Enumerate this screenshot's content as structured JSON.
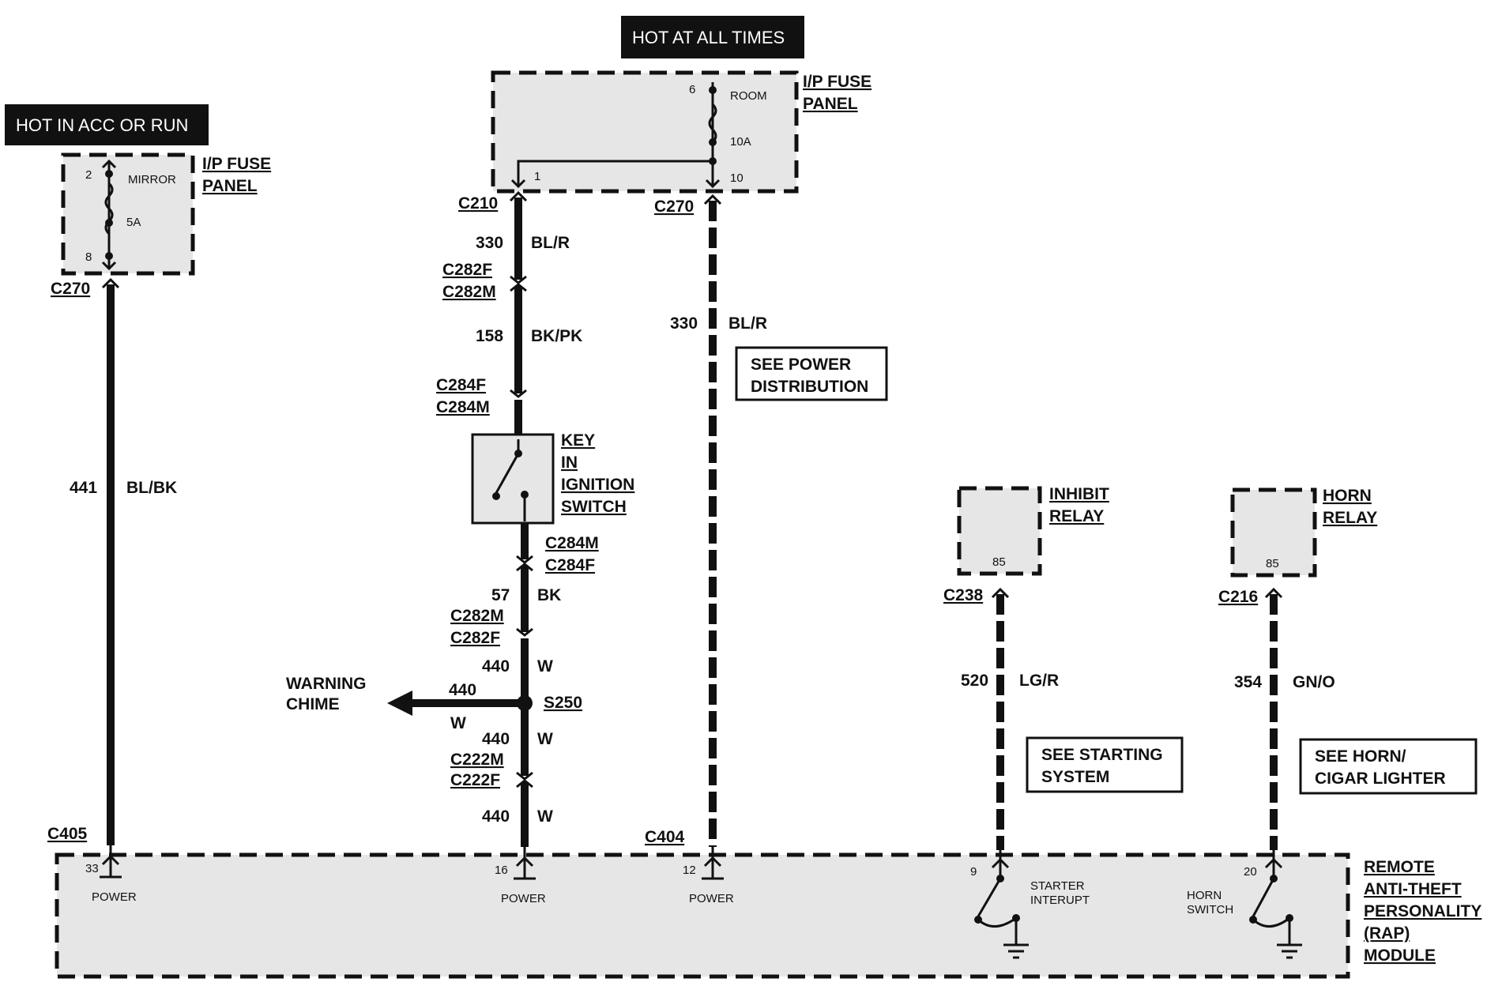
{
  "headers": {
    "acc_run": "HOT IN ACC OR RUN",
    "all_times": "HOT AT ALL TIMES"
  },
  "fuse_panel_left": {
    "title_line1": "I/P FUSE",
    "title_line2": "PANEL",
    "pin_top": "2",
    "pin_bottom": "8",
    "fuse_name": "MIRROR",
    "rating": "5A"
  },
  "fuse_panel_top": {
    "title_line1": "I/P FUSE",
    "title_line2": "PANEL",
    "pin_top": "6",
    "pin_out": "10",
    "pin_left": "1",
    "fuse_name": "ROOM",
    "rating": "10A"
  },
  "connectors": {
    "c270_left": "C270",
    "c210": "C210",
    "c270_mid": "C270",
    "c282f_top": "C282F",
    "c282m_top": "C282M",
    "c284f_top": "C284F",
    "c284m_top": "C284M",
    "c284m_bot": "C284M",
    "c284f_bot": "C284F",
    "c282m_bot": "C282M",
    "c282f_bot": "C282F",
    "c222m": "C222M",
    "c222f": "C222F",
    "c405": "C405",
    "c404": "C404",
    "c238": "C238",
    "c216": "C216",
    "s250": "S250"
  },
  "wires": {
    "w441_num": "441",
    "w441_color": "BL/BK",
    "w330a_num": "330",
    "w330a_color": "BL/R",
    "w158_num": "158",
    "w158_color": "BK/PK",
    "w330b_num": "330",
    "w330b_color": "BL/R",
    "w57_num": "57",
    "w57_color": "BK",
    "w440a_num": "440",
    "w440a_color": "W",
    "w440b_num": "440",
    "w440b_color": "W",
    "w440c_num": "440",
    "w440c_color": "W",
    "w440d_num": "440",
    "w440d_color": "W",
    "w520_num": "520",
    "w520_color": "LG/R",
    "w354_num": "354",
    "w354_color": "GN/O"
  },
  "key_switch": {
    "line1": "KEY",
    "line2": "IN",
    "line3": "IGNITION",
    "line4": "SWITCH"
  },
  "warning": {
    "line1": "WARNING",
    "line2": "CHIME"
  },
  "see_boxes": {
    "power_line1": "SEE POWER",
    "power_line2": "DISTRIBUTION",
    "starting_line1": "SEE STARTING",
    "starting_line2": "SYSTEM",
    "horn_line1": "SEE HORN/",
    "horn_line2": "CIGAR LIGHTER"
  },
  "inhibit_relay": {
    "line1": "INHIBIT",
    "line2": "RELAY",
    "pin": "85"
  },
  "horn_relay": {
    "line1": "HORN",
    "line2": "RELAY",
    "pin": "85"
  },
  "module": {
    "line1": "REMOTE",
    "line2": "ANTI-THEFT",
    "line3": "PERSONALITY",
    "line4": "(RAP)",
    "line5": "MODULE",
    "pin33": "33",
    "pin33_label": "POWER",
    "pin16": "16",
    "pin16_label": "POWER",
    "pin12": "12",
    "pin12_label": "POWER",
    "pin9": "9",
    "pin9_label1": "STARTER",
    "pin9_label2": "INTERUPT",
    "pin20": "20",
    "pin20_label1": "HORN",
    "pin20_label2": "SWITCH"
  }
}
